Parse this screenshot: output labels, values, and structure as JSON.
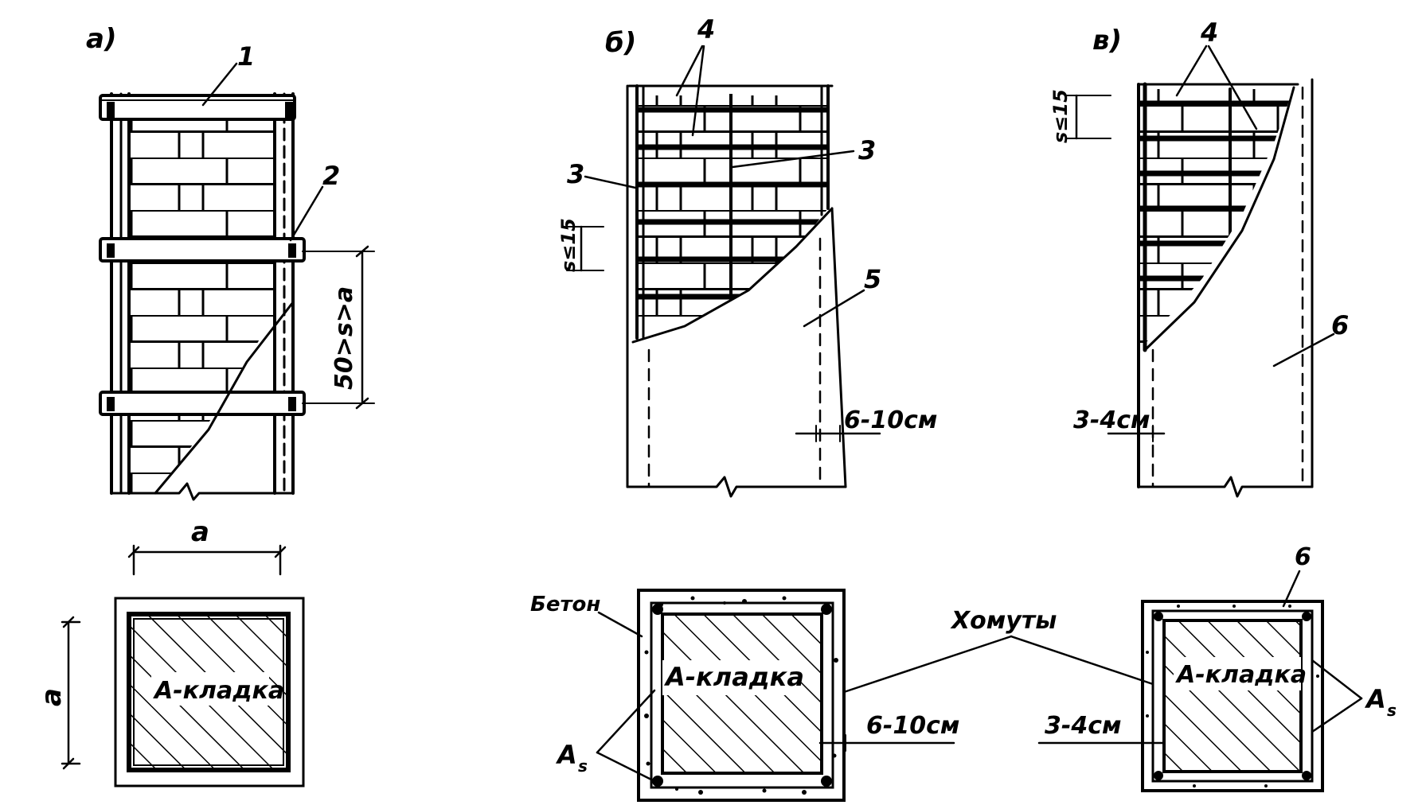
{
  "panels": {
    "a": {
      "title": "а)",
      "callout_1": "1",
      "callout_2": "2",
      "spacing_label": "50>s>a",
      "dim_a_top": "a",
      "dim_a_side": "a",
      "section_label": "А-кладка"
    },
    "b": {
      "title": "б)",
      "callout_4": "4",
      "callout_3_left": "3",
      "callout_3_right": "3",
      "callout_5": "5",
      "spacing_label": "s≤15",
      "thickness_label": "6-10см",
      "section_label": "А-кладка",
      "section_concrete": "Бетон",
      "section_rebar": "A",
      "section_rebar_sub": "s",
      "section_thickness": "6-10см"
    },
    "c": {
      "title": "в)",
      "callout_4": "4",
      "callout_6": "6",
      "spacing_label": "s≤15",
      "thickness_label": "3-4см",
      "section_label": "А-кладка",
      "section_callout_6": "6",
      "section_rebar": "A",
      "section_rebar_sub": "s",
      "section_thickness": "3-4см"
    },
    "shared": {
      "stirrups_label": "Хомуты"
    }
  }
}
